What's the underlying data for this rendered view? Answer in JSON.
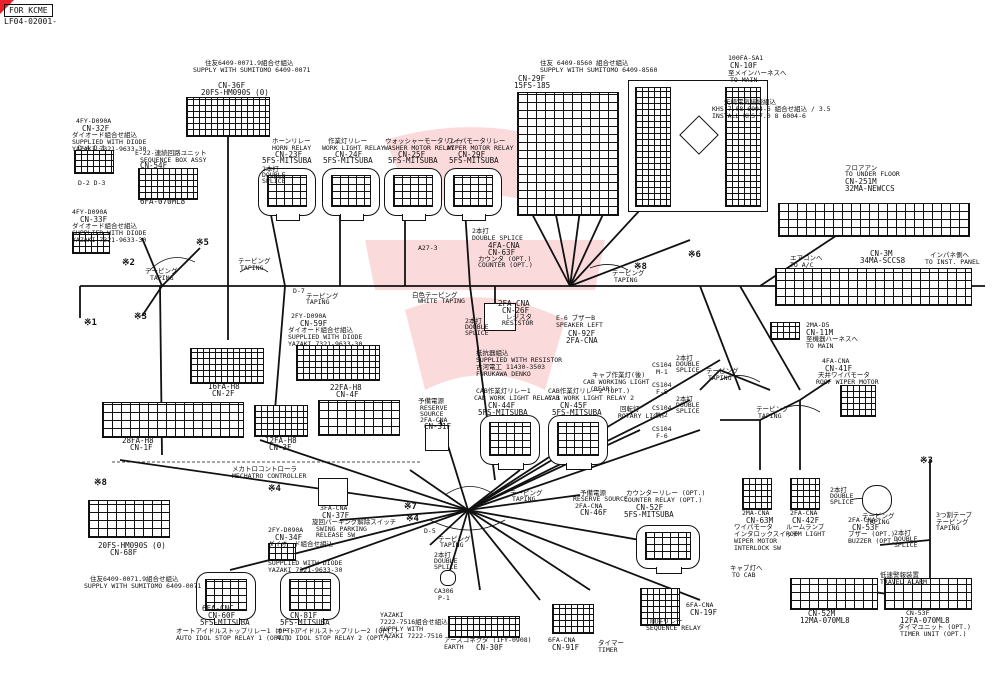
{
  "header": {
    "box_label": "FOR KCME",
    "doc_code": "LF04-02001-"
  },
  "colors": {
    "ink": "#111111",
    "watermark": "#e8202a"
  },
  "labels": [
    {
      "id": "l1",
      "t": "4FY-D090A"
    },
    {
      "id": "l2",
      "t": "CN-32F"
    },
    {
      "id": "l3",
      "t": "ダイオード組合せ組込"
    },
    {
      "id": "l4",
      "t": "SUPPLIED WITH DIODE"
    },
    {
      "id": "l5",
      "t": "YAZAKI 7321-9633-30"
    },
    {
      "id": "l6",
      "t": "D-4  D-1"
    },
    {
      "id": "l7",
      "t": "E-22-連続回路ユニット"
    },
    {
      "id": "l8",
      "t": "SEQUENCE BOX ASSY"
    },
    {
      "id": "l9",
      "t": "CN-54F"
    },
    {
      "id": "l10",
      "t": "6FA-070ML8"
    },
    {
      "id": "l11",
      "t": "D-2  D-3"
    },
    {
      "id": "l12",
      "t": "4FY-D090A"
    },
    {
      "id": "l13",
      "t": "CN-33F"
    },
    {
      "id": "l14",
      "t": "ダイオード組合せ組込"
    },
    {
      "id": "l15",
      "t": "SUPPLIED WITH DIODE"
    },
    {
      "id": "l16",
      "t": "YAZAKI 7321-9633-30"
    },
    {
      "id": "l17",
      "t": "住友6409-0071.9組合せ組込"
    },
    {
      "id": "l18",
      "t": "SUPPLY WITH SUMITOMO 6409-0071"
    },
    {
      "id": "l19",
      "t": "CN-36F"
    },
    {
      "id": "l20",
      "t": "20FS-HM090S (0)"
    },
    {
      "id": "l21",
      "t": "ホーンリレー"
    },
    {
      "id": "l22",
      "t": "HORN RELAY"
    },
    {
      "id": "l23",
      "t": "CN-23F"
    },
    {
      "id": "l24",
      "t": "5FS-MITSUBA"
    },
    {
      "id": "l25",
      "t": "作業灯リレー"
    },
    {
      "id": "l26",
      "t": "WORK LIGHT RELAY"
    },
    {
      "id": "l27",
      "t": "CN-24F"
    },
    {
      "id": "l28",
      "t": "5FS-MITSUBA"
    },
    {
      "id": "l29",
      "t": "ウォッシャーモータリレー"
    },
    {
      "id": "l30",
      "t": "WASHER MOTOR RELAY"
    },
    {
      "id": "l31",
      "t": "CN-25F"
    },
    {
      "id": "l32",
      "t": "5FS-MITSUBA"
    },
    {
      "id": "l33",
      "t": "ワイパモータリレー"
    },
    {
      "id": "l34",
      "t": "WIPER MOTOR RELAY"
    },
    {
      "id": "l35",
      "t": "CN-29F"
    },
    {
      "id": "l36",
      "t": "5FS-MITSUBA"
    },
    {
      "id": "l37",
      "t": "2本打"
    },
    {
      "id": "l38",
      "t": "DOUBLE"
    },
    {
      "id": "l39",
      "t": "SPLICE"
    },
    {
      "id": "l40",
      "t": "CN-29F"
    },
    {
      "id": "l41",
      "t": "15FS-185"
    },
    {
      "id": "l42",
      "t": "住友 6409-8560 組合せ組込"
    },
    {
      "id": "l43",
      "t": "SUPPLY WITH SUMITOMO 6409-8560"
    },
    {
      "id": "l44",
      "t": "100FA-SA1"
    },
    {
      "id": "l45",
      "t": "CN-10F"
    },
    {
      "id": "l46",
      "t": "至メインハーネスへ"
    },
    {
      "id": "l47",
      "t": "TO MAIN"
    },
    {
      "id": "l48",
      "t": "矢崎電気接続組込"
    },
    {
      "id": "l49",
      "t": "KHS 7.08 6004-6 組合せ組込 / 3.5"
    },
    {
      "id": "l50",
      "t": "INSTALL KHS 7.0 8 6004-6"
    },
    {
      "id": "l51",
      "t": "フロアアン"
    },
    {
      "id": "l52",
      "t": "TO UNDER FLOOR"
    },
    {
      "id": "l53",
      "t": "CN-251M"
    },
    {
      "id": "l54",
      "t": "32MA-NEWCCS"
    },
    {
      "id": "l55",
      "t": "※5"
    },
    {
      "id": "l56",
      "t": "※2"
    },
    {
      "id": "l57",
      "t": "※3"
    },
    {
      "id": "l58",
      "t": "※1"
    },
    {
      "id": "l59",
      "t": "テーピング"
    },
    {
      "id": "l60",
      "t": "TAPING"
    },
    {
      "id": "l61",
      "t": "テーピング"
    },
    {
      "id": "l62",
      "t": "TAPING"
    },
    {
      "id": "l63",
      "t": "A27-3"
    },
    {
      "id": "l64",
      "t": "2本打"
    },
    {
      "id": "l65",
      "t": "DOUBLE SPLICE"
    },
    {
      "id": "l66",
      "t": "4FA-CNA"
    },
    {
      "id": "l67",
      "t": "CN-63F"
    },
    {
      "id": "l68",
      "t": "カウンタ (OPT.)"
    },
    {
      "id": "l69",
      "t": "COUNTER (OPT.)"
    },
    {
      "id": "l70",
      "t": "※8"
    },
    {
      "id": "l71",
      "t": "テーピング"
    },
    {
      "id": "l72",
      "t": "TAPING"
    },
    {
      "id": "l73",
      "t": "※6"
    },
    {
      "id": "l74",
      "t": "エアコンへ"
    },
    {
      "id": "l75",
      "t": "TO A/C"
    },
    {
      "id": "l76",
      "t": "CN-3M"
    },
    {
      "id": "l77",
      "t": "34MA-SCCS8"
    },
    {
      "id": "l78",
      "t": "インパネ側へ"
    },
    {
      "id": "l79",
      "t": "TO INST. PANEL"
    },
    {
      "id": "l80",
      "t": "D-7"
    },
    {
      "id": "l81",
      "t": "テーピング"
    },
    {
      "id": "l82",
      "t": "TAPING"
    },
    {
      "id": "l83",
      "t": "2FY-D090A"
    },
    {
      "id": "l84",
      "t": "CN-59F"
    },
    {
      "id": "l85",
      "t": "ダイオード組合せ組込"
    },
    {
      "id": "l86",
      "t": "SUPPLIED WITH DIODE"
    },
    {
      "id": "l87",
      "t": "YAZAKI 7321-9633-30"
    },
    {
      "id": "l88",
      "t": "白色テーピング"
    },
    {
      "id": "l89",
      "t": "WHITE TAPING"
    },
    {
      "id": "l90",
      "t": "2FA-CNA"
    },
    {
      "id": "l91",
      "t": "CN-26F"
    },
    {
      "id": "l92",
      "t": "レジスタ"
    },
    {
      "id": "l93",
      "t": "RESISTOR"
    },
    {
      "id": "l94",
      "t": "2本打"
    },
    {
      "id": "l95",
      "t": "DOUBLE"
    },
    {
      "id": "l96",
      "t": "SPLICE"
    },
    {
      "id": "l97",
      "t": "E-6 ブザーB"
    },
    {
      "id": "l98",
      "t": "SPEAKER LEFT"
    },
    {
      "id": "l99",
      "t": "CN-92F"
    },
    {
      "id": "l100",
      "t": "2FA-CNA"
    },
    {
      "id": "l101",
      "t": "2MA-D5"
    },
    {
      "id": "l102",
      "t": "CN-11M"
    },
    {
      "id": "l103",
      "t": "至機器ハーネスへ"
    },
    {
      "id": "l104",
      "t": "TO MAIN"
    },
    {
      "id": "l105",
      "t": "16FA-H8"
    },
    {
      "id": "l106",
      "t": "CN-2F"
    },
    {
      "id": "l107",
      "t": "22FA-H8"
    },
    {
      "id": "l108",
      "t": "CN-4F"
    },
    {
      "id": "l109",
      "t": "抵抗器組込"
    },
    {
      "id": "l110",
      "t": "SUPPLIED WITH RESISTOR"
    },
    {
      "id": "l111",
      "t": "古河電工 11430-3503"
    },
    {
      "id": "l112",
      "t": "FURUKAWA DENKO"
    },
    {
      "id": "l113",
      "t": "キャブ作業灯(後)"
    },
    {
      "id": "l114",
      "t": "CAB WORKING LIGHT"
    },
    {
      "id": "l115",
      "t": "(REAR)"
    },
    {
      "id": "l116",
      "t": "2本打"
    },
    {
      "id": "l117",
      "t": "DOUBLE"
    },
    {
      "id": "l118",
      "t": "SPLICE"
    },
    {
      "id": "l119",
      "t": "CS104"
    },
    {
      "id": "l120",
      "t": "M-1"
    },
    {
      "id": "l121",
      "t": "CS104"
    },
    {
      "id": "l122",
      "t": "F-5"
    },
    {
      "id": "l123",
      "t": "テーピング"
    },
    {
      "id": "l124",
      "t": "TAPING"
    },
    {
      "id": "l125",
      "t": "4FA-CNA"
    },
    {
      "id": "l126",
      "t": "CN-41F"
    },
    {
      "id": "l127",
      "t": "天井ワイパモータ"
    },
    {
      "id": "l128",
      "t": "ROOF WIPER MOTOR"
    },
    {
      "id": "l129",
      "t": "CAB作業灯リレー1"
    },
    {
      "id": "l130",
      "t": "CAB WORK LIGHT RELAY 1"
    },
    {
      "id": "l131",
      "t": "CN-44F"
    },
    {
      "id": "l132",
      "t": "5FS-MITSUBA"
    },
    {
      "id": "l133",
      "t": "CAB作業灯リレー2 (OPT.)"
    },
    {
      "id": "l134",
      "t": "CAB WORK LIGHT RELAY 2"
    },
    {
      "id": "l135",
      "t": "CN-45F"
    },
    {
      "id": "l136",
      "t": "5FS-MITSUBA"
    },
    {
      "id": "l137",
      "t": "回転灯"
    },
    {
      "id": "l138",
      "t": "ROTARY LIGHT"
    },
    {
      "id": "l139",
      "t": "CS104"
    },
    {
      "id": "l140",
      "t": "M-2"
    },
    {
      "id": "l141",
      "t": "CS104"
    },
    {
      "id": "l142",
      "t": "F-6"
    },
    {
      "id": "l143",
      "t": "2本打"
    },
    {
      "id": "l144",
      "t": "DOUBLE"
    },
    {
      "id": "l145",
      "t": "SPLICE"
    },
    {
      "id": "l146",
      "t": "テーピング"
    },
    {
      "id": "l147",
      "t": "TAPING"
    },
    {
      "id": "l148",
      "t": "予備電源"
    },
    {
      "id": "l149",
      "t": "RESERVE"
    },
    {
      "id": "l150",
      "t": "SOURCE"
    },
    {
      "id": "l151",
      "t": "2FA-CNA"
    },
    {
      "id": "l152",
      "t": "CN-31F"
    },
    {
      "id": "l153",
      "t": "28FA-H8"
    },
    {
      "id": "l154",
      "t": "CN-1F"
    },
    {
      "id": "l155",
      "t": "12FA-H8"
    },
    {
      "id": "l156",
      "t": "CN-3F"
    },
    {
      "id": "l157",
      "t": "メカトロコントローラ"
    },
    {
      "id": "l158",
      "t": "MECHATRO CONTROLLER"
    },
    {
      "id": "l159",
      "t": "※8"
    },
    {
      "id": "l160",
      "t": "20FS-HM090S (0)"
    },
    {
      "id": "l161",
      "t": "CN-68F"
    },
    {
      "id": "l162",
      "t": "住友6409-0071.9組合せ組込"
    },
    {
      "id": "l163",
      "t": "SUPPLY WITH SUMITOMO 6409-0071"
    },
    {
      "id": "l164",
      "t": "※4"
    },
    {
      "id": "l165",
      "t": "3FA-CNA"
    },
    {
      "id": "l166",
      "t": "CN-37F"
    },
    {
      "id": "l167",
      "t": "旋回パーキング解除スイッチ"
    },
    {
      "id": "l168",
      "t": "SWING PARKING"
    },
    {
      "id": "l169",
      "t": "RELEASE SW"
    },
    {
      "id": "l170",
      "t": "2FY-D090A"
    },
    {
      "id": "l171",
      "t": "CN-34F"
    },
    {
      "id": "l172",
      "t": "ダイオード組合せ組込"
    },
    {
      "id": "l173",
      "t": "SUPPLIED WITH DIODE"
    },
    {
      "id": "l174",
      "t": "YAZAKI 7321-9633-30"
    },
    {
      "id": "l175",
      "t": "※7"
    },
    {
      "id": "l176",
      "t": "※4"
    },
    {
      "id": "l177",
      "t": "D-5"
    },
    {
      "id": "l178",
      "t": "テーピング"
    },
    {
      "id": "l179",
      "t": "TAPING"
    },
    {
      "id": "l180",
      "t": "2本打"
    },
    {
      "id": "l181",
      "t": "DOUBLE"
    },
    {
      "id": "l182",
      "t": "SPLICE"
    },
    {
      "id": "l183",
      "t": "CA306"
    },
    {
      "id": "l184",
      "t": "P-1"
    },
    {
      "id": "l185",
      "t": "テーピング"
    },
    {
      "id": "l186",
      "t": "TAPING"
    },
    {
      "id": "l187",
      "t": "予備電源"
    },
    {
      "id": "l188",
      "t": "RESERVE SOURCE"
    },
    {
      "id": "l189",
      "t": "2FA-CNA"
    },
    {
      "id": "l190",
      "t": "CN-46F"
    },
    {
      "id": "l191",
      "t": "カウンターリレー (OPT.)"
    },
    {
      "id": "l192",
      "t": "COUNTER RELAY (OPT.)"
    },
    {
      "id": "l193",
      "t": "CN-52F"
    },
    {
      "id": "l194",
      "t": "5FS-MITSUBA"
    },
    {
      "id": "l195",
      "t": "キャブ灯へ"
    },
    {
      "id": "l196",
      "t": "TO CAB"
    },
    {
      "id": "l197",
      "t": "2MA-CNA"
    },
    {
      "id": "l198",
      "t": "CN-63M"
    },
    {
      "id": "l199",
      "t": "ワイパモータ"
    },
    {
      "id": "l200",
      "t": "インタロックスイッチ"
    },
    {
      "id": "l201",
      "t": "WIPER MOTOR"
    },
    {
      "id": "l202",
      "t": "INTERLOCK SW"
    },
    {
      "id": "l203",
      "t": "2FA-CNA"
    },
    {
      "id": "l204",
      "t": "CN-42F"
    },
    {
      "id": "l205",
      "t": "ルームランプ"
    },
    {
      "id": "l206",
      "t": "ROOM LIGHT"
    },
    {
      "id": "l207",
      "t": "2本打"
    },
    {
      "id": "l208",
      "t": "DOUBLE"
    },
    {
      "id": "l209",
      "t": "SPLICE"
    },
    {
      "id": "l210",
      "t": "2FA-CNA"
    },
    {
      "id": "l211",
      "t": "CN-53F"
    },
    {
      "id": "l212",
      "t": "ブザー (OPT.)"
    },
    {
      "id": "l213",
      "t": "BUZZER (OPT.)"
    },
    {
      "id": "l214",
      "t": "※3"
    },
    {
      "id": "l215",
      "t": "テーピング"
    },
    {
      "id": "l216",
      "t": "TAPING"
    },
    {
      "id": "l217",
      "t": "2本打"
    },
    {
      "id": "l218",
      "t": "DOUBLE"
    },
    {
      "id": "l219",
      "t": "SPLICE"
    },
    {
      "id": "l220",
      "t": "3つ割テープ"
    },
    {
      "id": "l221",
      "t": "テーピング"
    },
    {
      "id": "l222",
      "t": "TAPING"
    },
    {
      "id": "l223",
      "t": "6FA-CNC"
    },
    {
      "id": "l224",
      "t": "CN-60F"
    },
    {
      "id": "l225",
      "t": "5FS-MITSUBA"
    },
    {
      "id": "l226",
      "t": "オートアイドルストップリレー1 (OPT.)"
    },
    {
      "id": "l227",
      "t": "AUTO IDOL STOP RELAY 1 (OPT.)"
    },
    {
      "id": "l228",
      "t": "CN-81F"
    },
    {
      "id": "l229",
      "t": "5FS-MITSUBA"
    },
    {
      "id": "l230",
      "t": "オートアイドルストップリレー2 (OPT.)"
    },
    {
      "id": "l231",
      "t": "AUTO IDOL STOP RELAY 2 (OPT.)"
    },
    {
      "id": "l232",
      "t": "YAZAKI"
    },
    {
      "id": "l233",
      "t": "7222-7516組合せ組込"
    },
    {
      "id": "l234",
      "t": "SUPPLY WITH"
    },
    {
      "id": "l235",
      "t": "YAZAKI 7222-7516"
    },
    {
      "id": "l236",
      "t": "アースコネクタ (1FY-0908)"
    },
    {
      "id": "l237",
      "t": "EARTH"
    },
    {
      "id": "l238",
      "t": "CN-30F"
    },
    {
      "id": "l239",
      "t": "6FA-CNA"
    },
    {
      "id": "l240",
      "t": "CN-91F"
    },
    {
      "id": "l241",
      "t": "タイマー"
    },
    {
      "id": "l242",
      "t": "TIMER"
    },
    {
      "id": "l243",
      "t": "6FA-CNA"
    },
    {
      "id": "l244",
      "t": "CN-19F"
    },
    {
      "id": "l245",
      "t": "順序リレー"
    },
    {
      "id": "l246",
      "t": "SEQUENCE RELAY"
    },
    {
      "id": "l247",
      "t": "CN-52M"
    },
    {
      "id": "l248",
      "t": "12MA-070ML8"
    },
    {
      "id": "l249",
      "t": "12FA-070ML8"
    },
    {
      "id": "l250",
      "t": "タイマユニット (OPT.)"
    },
    {
      "id": "l251",
      "t": "TIMER UNIT (OPT.)"
    },
    {
      "id": "l252",
      "t": "CN-53F"
    },
    {
      "id": "l253",
      "t": "低速警報装置"
    },
    {
      "id": "l254",
      "t": "TRAVEL ALARM"
    }
  ]
}
